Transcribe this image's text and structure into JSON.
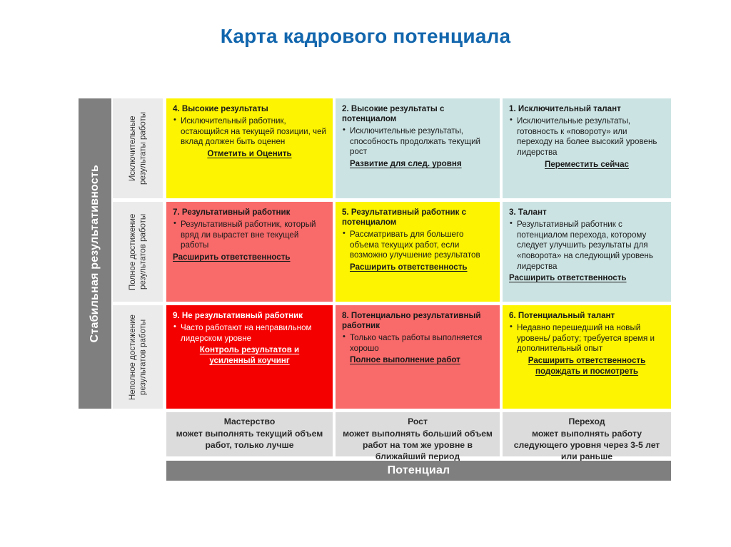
{
  "title": "Карта кадрового потенциала",
  "colors": {
    "title": "#1266ad",
    "axis_bar": "#7f7f7f",
    "row_label_bg": "#ebebeb",
    "footer_bg": "#dcdcdc",
    "yellow": "#fcf400",
    "teal": "#cce3e3",
    "salmon": "#f96a6a",
    "red": "#f40000"
  },
  "axes": {
    "y_title": "Стабильная результативность",
    "x_title": "Потенциал"
  },
  "row_labels": [
    "Исключительные результаты работы",
    "Полное достижение результатов работы",
    "Неполное достижение результатов работы"
  ],
  "column_footers": [
    {
      "title": "Мастерство",
      "desc": "может выполнять текущий объем работ, только лучше"
    },
    {
      "title": "Рост",
      "desc": "может выполнять больший объем работ на том же уровне в ближайший период"
    },
    {
      "title": "Переход",
      "desc": "может выполнять работу следующего уровня через 3-5 лет или раньше"
    }
  ],
  "cells": [
    {
      "id": "cell-4",
      "color": "yellow",
      "title": "4. Высокие результаты",
      "bullets": [
        "Исключительный работник, остающийся на текущей позиции, чей вклад должен быть оценен"
      ],
      "actions": [
        "Отметить и Оценить"
      ],
      "action_align": "center"
    },
    {
      "id": "cell-2",
      "color": "teal",
      "title": "2. Высокие результаты с потенциалом",
      "bullets": [
        "Исключительные результаты, способность продолжать текущий рост"
      ],
      "actions": [
        "Развитие для след. уровня"
      ],
      "action_align": "indent"
    },
    {
      "id": "cell-1",
      "color": "teal",
      "title": "1. Исключительный талант",
      "bullets": [
        "Исключительные результаты, готовность к «повороту» или переходу на более высокий уровень лидерства"
      ],
      "actions": [
        "Переместить сейчас"
      ],
      "action_align": "center"
    },
    {
      "id": "cell-7",
      "color": "salmon",
      "title": "7. Результативный работник",
      "bullets": [
        "Результативный работник, который вряд ли вырастет вне текущей работы"
      ],
      "actions": [
        "Расширить ответственность"
      ],
      "action_align": "left"
    },
    {
      "id": "cell-5",
      "color": "yellow",
      "title": "5. Результативный работник с потенциалом",
      "bullets": [
        "Рассматривать для  большего объема текущих работ, если возможно улучшение результатов"
      ],
      "actions": [
        "Расширить ответственность"
      ],
      "action_align": "indent"
    },
    {
      "id": "cell-3",
      "color": "teal",
      "title": "3. Талант",
      "bullets": [
        "Результативный работник с потенциалом перехода, которому следует улучшить результаты для «поворота» на следующий уровень лидерства"
      ],
      "actions": [
        "Расширить ответственность"
      ],
      "action_align": "left"
    },
    {
      "id": "cell-9",
      "color": "red",
      "title": "9. Не результативный работник",
      "bullets": [
        "Часто работают на неправильном лидерском уровне"
      ],
      "actions": [
        "Контроль результатов и",
        "усиленный коучинг"
      ],
      "action_align": "center"
    },
    {
      "id": "cell-8",
      "color": "salmon",
      "title": "8. Потенциально результативный работник",
      "bullets": [
        "Только часть работы выполняется хорошо"
      ],
      "actions": [
        "Полное выполнение работ"
      ],
      "action_align": "indent"
    },
    {
      "id": "cell-6",
      "color": "yellow",
      "title": "6. Потенциальный талант",
      "bullets": [
        "Недавно перешедший на новый уровень/ работу; требуется время и дополнительный опыт"
      ],
      "actions": [
        "Расширить ответственность",
        "подождать и посмотреть"
      ],
      "action_align": "center"
    }
  ]
}
